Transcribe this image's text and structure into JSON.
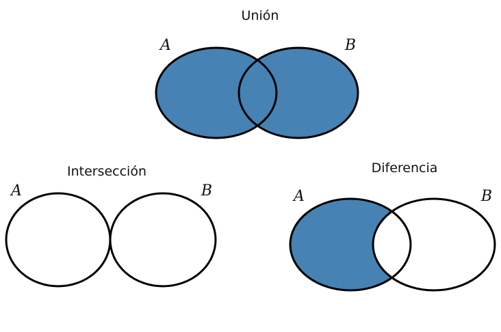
{
  "colors": {
    "fill": "#4682b4",
    "stroke": "#000000",
    "background": "#ffffff"
  },
  "diagrams": {
    "union": {
      "title": "Unión",
      "set_a": "A",
      "set_b": "B"
    },
    "intersection": {
      "title": "Intersección",
      "set_a": "A",
      "set_b": "B"
    },
    "difference": {
      "title": "Diferencia",
      "set_a": "A",
      "set_b": "B"
    }
  }
}
